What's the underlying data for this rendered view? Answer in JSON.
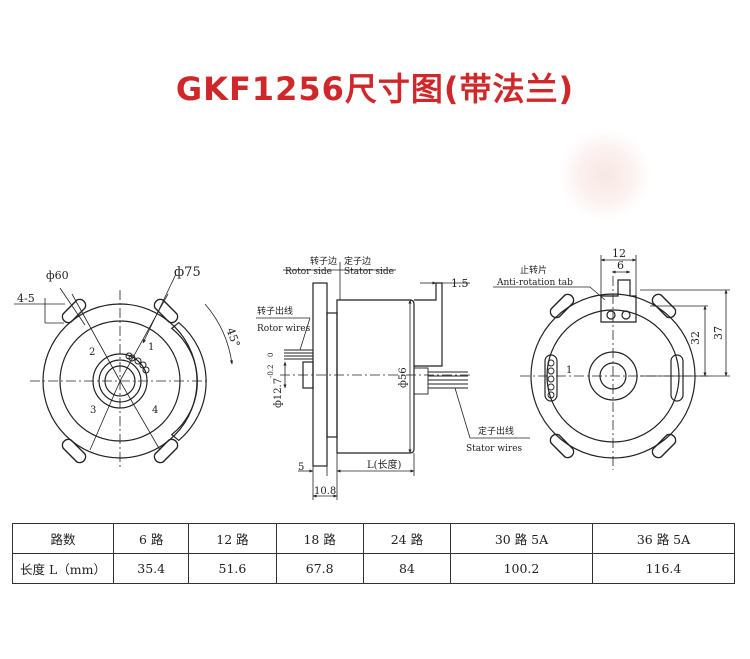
{
  "title": "GKF1256尺寸图(带法兰)",
  "colors": {
    "title": "#d0282a",
    "line": "#222222"
  },
  "front_view": {
    "dim_d60": "ф60",
    "dim_d75": "ф75",
    "dim_slot": "4-5",
    "dim_angle": "45°",
    "ring_1": "1",
    "ring_2": "2",
    "ring_3": "3",
    "ring_4": "4"
  },
  "side_view": {
    "rotor_side_cn": "转子边",
    "stator_side_cn": "定子边",
    "rotor_side_en": "Rotor side",
    "stator_side_en": "Stator side",
    "rotor_wires_cn": "转子出线",
    "rotor_wires_en": "Rotor wires",
    "stator_wires_cn": "定子出线",
    "stator_wires_en": "Stator wires",
    "dim_bore": "ф12.7",
    "dim_tol_top": "0",
    "dim_tol_bottom": "-0.2",
    "dim_d56": "ф56",
    "dim_tab_thickness": "1.5",
    "dim_flange": "5",
    "dim_length": "L(长度)",
    "dim_offset": "10.8"
  },
  "back_view": {
    "tab_cn": "止转片",
    "tab_en": "Anti-rotation tab",
    "dim_12": "12",
    "dim_6": "6",
    "dim_32": "32",
    "dim_37": "37",
    "label_1": "1"
  },
  "table": {
    "row1_header": "路数",
    "row2_header": "长度 L（mm）",
    "columns": [
      "6 路",
      "12 路",
      "18 路",
      "24 路",
      "30 路 5A",
      "36 路 5A"
    ],
    "lengths": [
      "35.4",
      "51.6",
      "67.8",
      "84",
      "100.2",
      "116.4"
    ]
  }
}
